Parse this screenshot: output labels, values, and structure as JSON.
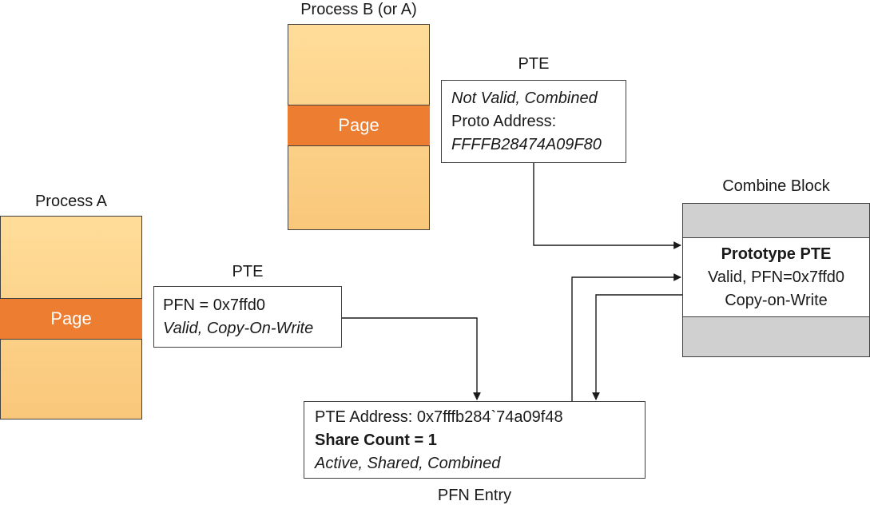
{
  "process_b": {
    "label": "Process B (or A)",
    "page_label": "Page"
  },
  "process_a": {
    "label": "Process A",
    "page_label": "Page"
  },
  "pte_b": {
    "label": "PTE",
    "line1": "Not Valid, Combined",
    "line2": "Proto Address:",
    "line3": "FFFFB28474A09F80"
  },
  "pte_a": {
    "label": "PTE",
    "line1": "PFN = 0x7ffd0",
    "line2": "Valid, Copy-On-Write"
  },
  "combine_block": {
    "label": "Combine Block",
    "title": "Prototype PTE",
    "line2": "Valid, PFN=0x7ffd0",
    "line3": "Copy-on-Write"
  },
  "pfn_entry": {
    "label": "PFN Entry",
    "line1": "PTE Address: 0x7fffb284`74a09f48",
    "line2": "Share Count = 1",
    "line3": "Active, Shared, Combined"
  },
  "colors": {
    "page": "#ed7d31",
    "process_fill": "#fcd48a",
    "combine_gray": "#d0d0d0"
  }
}
